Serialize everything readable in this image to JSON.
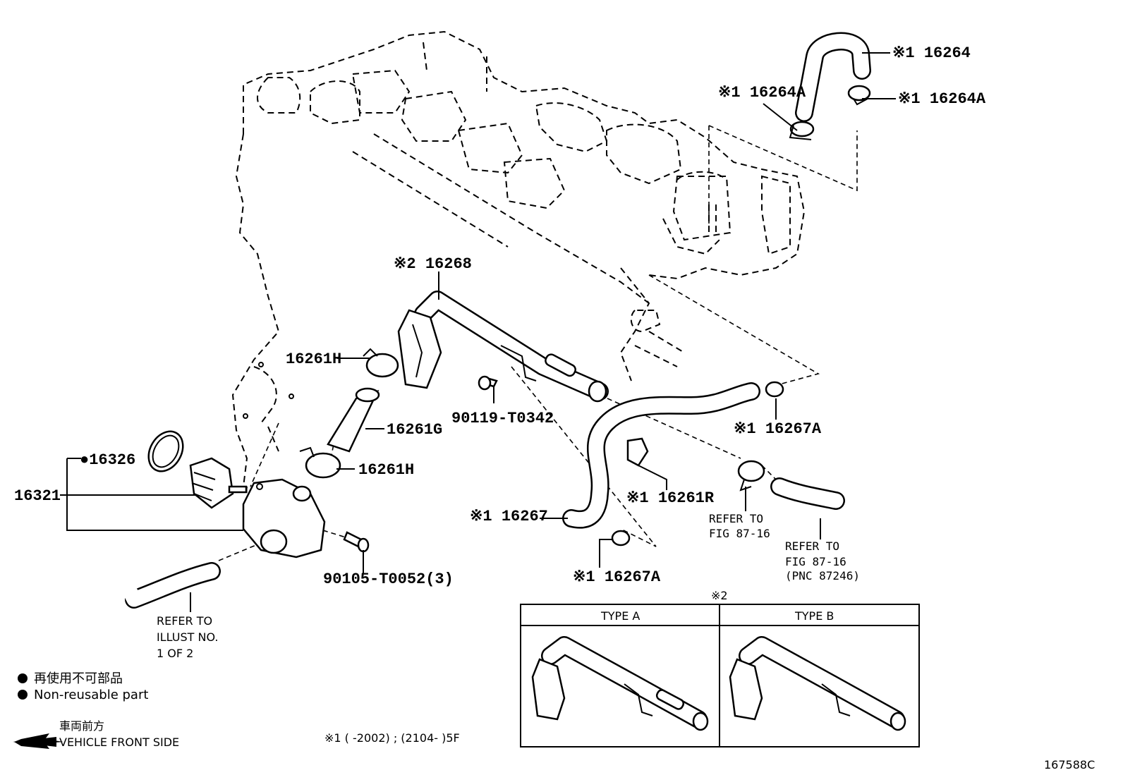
{
  "parts": {
    "p16264": "※1 16264",
    "p16264A_left": "※1 16264A",
    "p16264A_right": "※1 16264A",
    "p16268": "※2 16268",
    "p16261H_top": "16261H",
    "p16261G": "16261G",
    "p16261H_bottom": "16261H",
    "p16326": "●16326",
    "p16321": "16321",
    "p90119": "90119-T0342",
    "p90105": "90105-T0052(3)",
    "p16267A_right": "※1 16267A",
    "p16261R": "※1 16261R",
    "p16267": "※1 16267",
    "p16267A_bottom": "※1 16267A"
  },
  "refs": {
    "fig87_1": [
      "REFER TO",
      "FIG 87-16"
    ],
    "fig87_2": [
      "REFER TO",
      "FIG 87-16",
      "(PNC 87246)"
    ],
    "illust": [
      "REFER TO",
      "ILLUST NO.",
      "1 OF 2"
    ]
  },
  "inset": {
    "mark": "※2",
    "type_a": "TYPE A",
    "type_b": "TYPE B"
  },
  "legend": {
    "jp": "再使用不可部品",
    "en": "Non-reusable part",
    "front_jp": "車両前方",
    "front_en": "VEHICLE FRONT SIDE"
  },
  "footnote": "※1 (        -2002) ; (2104-        )5F",
  "diagram_id": "167588C"
}
